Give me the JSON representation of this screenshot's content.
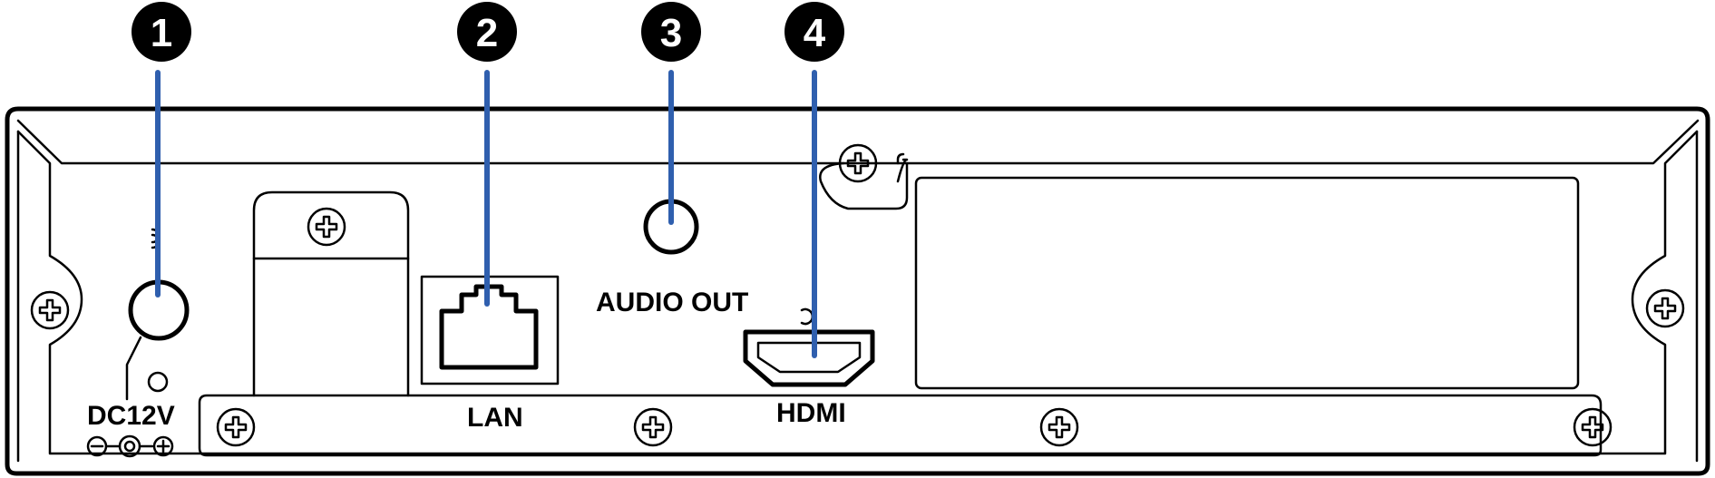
{
  "callouts": [
    "1",
    "2",
    "3",
    "4"
  ],
  "labels": {
    "dc": "DC12V",
    "lan": "LAN",
    "audio": "AUDIO OUT",
    "hdmi": "HDMI"
  },
  "colors": {
    "leader": "#2f5fae",
    "callout_bg": "#000000",
    "outline": "#000000"
  },
  "icons": {
    "dc_polarity": "dc-polarity-icon",
    "screw": "screw-icon",
    "lan_port": "lan-port-icon",
    "hdmi_port": "hdmi-port-icon"
  }
}
